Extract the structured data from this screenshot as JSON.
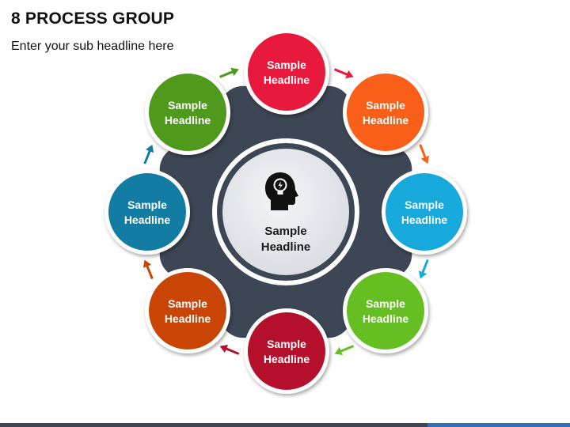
{
  "title": "8 PROCESS GROUP",
  "subtitle": "Enter your sub headline here",
  "center": {
    "line1": "Sample",
    "line2": "Headline",
    "icon": "head-lightbulb-icon"
  },
  "nodes": [
    {
      "line1": "Sample",
      "line2": "Headline",
      "color": "#e8193c"
    },
    {
      "line1": "Sample",
      "line2": "Headline",
      "color": "#fa5f1a"
    },
    {
      "line1": "Sample",
      "line2": "Headline",
      "color": "#17a8dc"
    },
    {
      "line1": "Sample",
      "line2": "Headline",
      "color": "#66bf22"
    },
    {
      "line1": "Sample",
      "line2": "Headline",
      "color": "#b5102b"
    },
    {
      "line1": "Sample",
      "line2": "Headline",
      "color": "#c94506"
    },
    {
      "line1": "Sample",
      "line2": "Headline",
      "color": "#137ca3"
    },
    {
      "line1": "Sample",
      "line2": "Headline",
      "color": "#4f9a1c"
    }
  ],
  "colors": {
    "gear": "#3d4654",
    "center_fill": "#e9ebef",
    "center_ring": "#3d4654"
  }
}
